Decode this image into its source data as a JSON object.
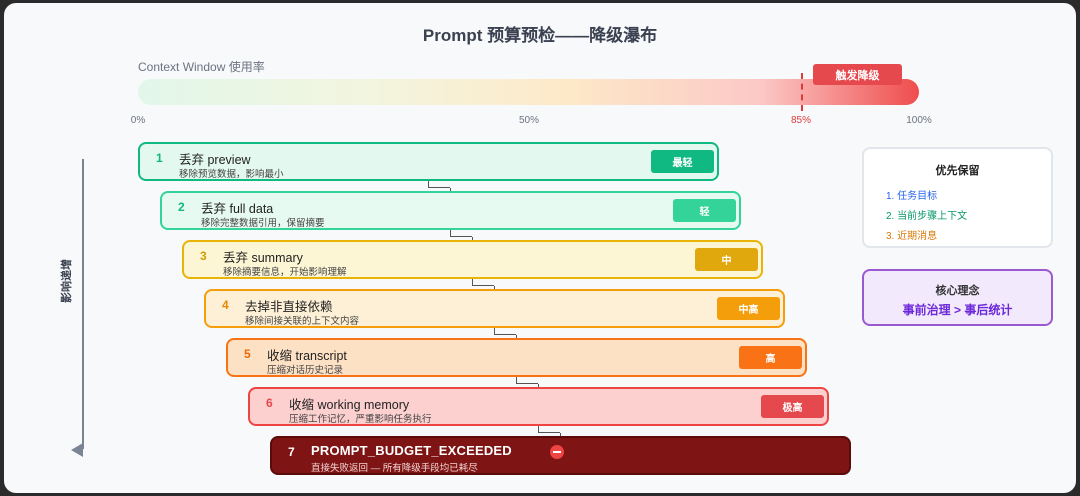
{
  "title": "Prompt 预算预检——降级瀑布",
  "context": {
    "label": "Context Window 使用率",
    "trigger_label": "触发降级",
    "ticks": {
      "t0": "0%",
      "t50": "50%",
      "t85": "85%",
      "t100": "100%"
    },
    "threshold_percent": 85
  },
  "axis": {
    "label": "影响递增"
  },
  "steps": [
    {
      "num": "1",
      "name": "丢弃 preview",
      "desc": "移除预览数据，影响最小",
      "badge": "最轻",
      "border": "#10b981",
      "bg": "#e3f8ee",
      "badge_color": "#10b981",
      "num_color": "#10b981"
    },
    {
      "num": "2",
      "name": "丢弃 full data",
      "desc": "移除完整数据引用，保留摘要",
      "badge": "轻",
      "border": "#34d399",
      "bg": "#e7faf1",
      "badge_color": "#34d399",
      "num_color": "#10b981"
    },
    {
      "num": "3",
      "name": "丢弃 summary",
      "desc": "移除摘要信息，开始影响理解",
      "badge": "中",
      "border": "#eab308",
      "bg": "#fdf6d4",
      "badge_color": "#e0a80c",
      "num_color": "#d49a06"
    },
    {
      "num": "4",
      "name": "去掉非直接依赖",
      "desc": "移除间接关联的上下文内容",
      "badge": "中高",
      "border": "#f59e0b",
      "bg": "#fdf0d6",
      "badge_color": "#f59e0b",
      "num_color": "#e68a00"
    },
    {
      "num": "5",
      "name": "收缩 transcript",
      "desc": "压缩对话历史记录",
      "badge": "高",
      "border": "#f97316",
      "bg": "#fde1c4",
      "badge_color": "#f97316",
      "num_color": "#ea6a0a"
    },
    {
      "num": "6",
      "name": "收缩 working memory",
      "desc": "压缩工作记忆，严重影响任务执行",
      "badge": "极高",
      "border": "#ef4444",
      "bg": "#fcd0cf",
      "badge_color": "#e5484d",
      "num_color": "#e5484d"
    },
    {
      "num": "7",
      "name": "PROMPT_BUDGET_EXCEEDED",
      "desc": "直接失败返回 — 所有降级手段均已耗尽",
      "badge": "",
      "border": "#5c0b0b",
      "bg": "#7f1414",
      "badge_color": "",
      "num_color": "#ffffff"
    }
  ],
  "priority": {
    "heading": "优先保留",
    "items": [
      {
        "text": "1. 任务目标",
        "color": "#2563eb"
      },
      {
        "text": "2. 当前步骤上下文",
        "color": "#059669"
      },
      {
        "text": "3. 近期消息",
        "color": "#d97706"
      }
    ]
  },
  "core": {
    "heading": "核心理念",
    "value": "事前治理 > 事后统计"
  }
}
